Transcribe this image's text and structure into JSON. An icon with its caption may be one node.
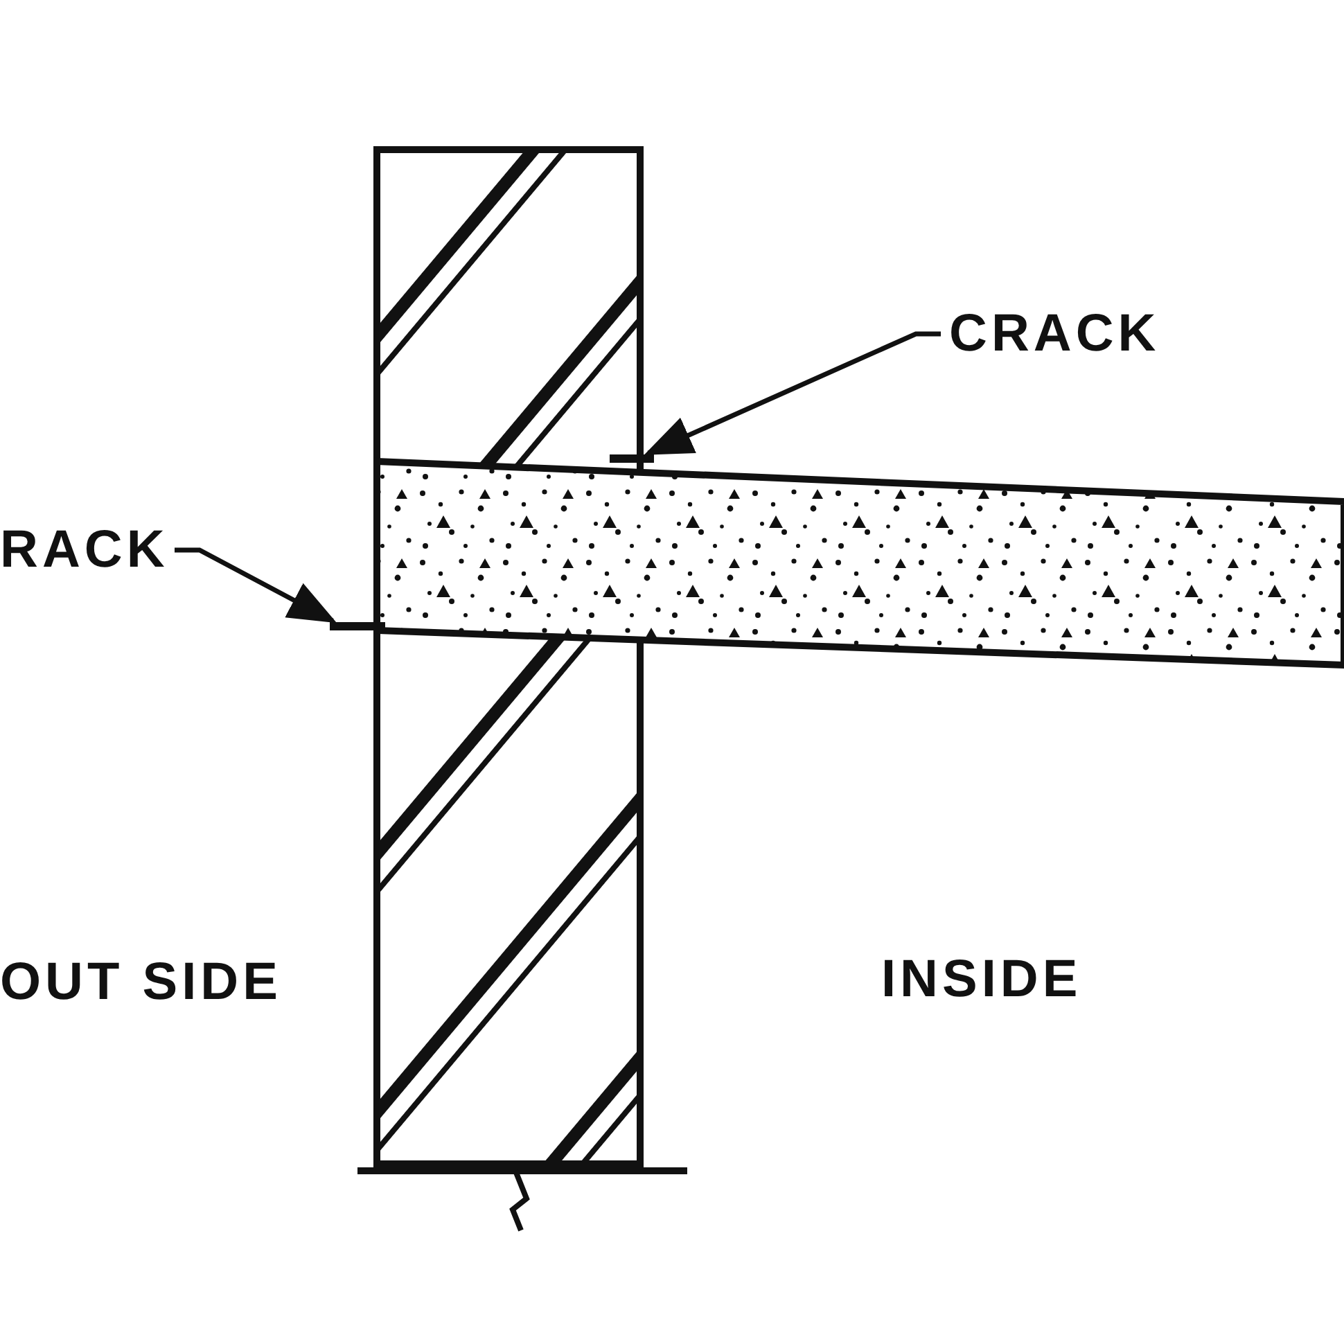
{
  "diagram": {
    "nodes": [
      {
        "text": [
          "CRACK"
        ]
      },
      {
        "text": [],
        "shape": "bar"
      },
      {
        "text": [
          "RACK"
        ]
      },
      {
        "text": [],
        "shape": "bar"
      }
    ],
    "edges": [
      {
        "from": 0,
        "to": 1,
        "arrow": "to"
      },
      {
        "from": 2,
        "to": 3,
        "arrow": "to"
      }
    ],
    "labels": [
      "OUT SIDE",
      "INSIDE"
    ]
  }
}
